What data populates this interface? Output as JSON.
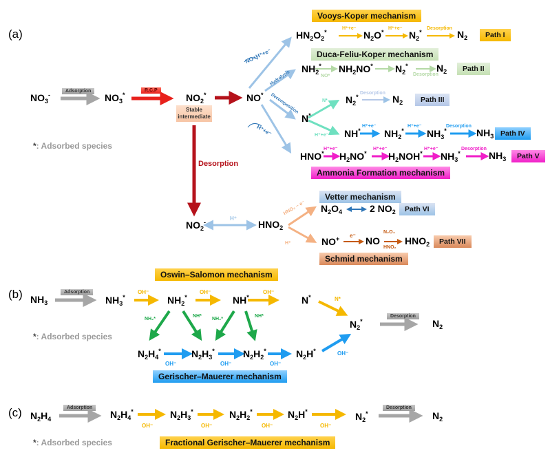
{
  "panels": {
    "a": "(a)",
    "b": "(b)",
    "c": "(c)"
  },
  "legend": {
    "star": "*",
    "text": ": Adsorbed species"
  },
  "labels": {
    "adsorption": "Adsorption",
    "desorption": "Desorption",
    "rcp": "R.C.P",
    "stable_intermediate_1": "Stable",
    "stable_intermediate_2": "intermediate",
    "hydrolysis": "Hydrolysis",
    "decomposition": "Decomposition",
    "no_h_e": "NO+H⁺+e⁻",
    "h_e": "H⁺+e⁻",
    "h_plus": "H⁺",
    "hno3_e": "HNO₃ − e⁻",
    "e_minus": "e⁻",
    "no_star": "NO*",
    "n_star": "N*",
    "oh": "OH⁻",
    "nh2_star": "NH₂*",
    "nh_star": "NH*",
    "n2o4": "N₂O₄",
    "hno2": "HNO₂"
  },
  "mechanisms": {
    "vooys_koper": "Vooys-Koper mechanism",
    "duca_feliu_koper": "Duca-Feliu-Koper mechanism",
    "ammonia_formation": "Ammonia Formation mechanism",
    "vetter": "Vetter mechanism",
    "schmid": "Schmid mechanism",
    "oswin_salomon": "Oswin–Salomon mechanism",
    "gerischer_mauerer": "Gerischer–Mauerer mechanism",
    "fractional_gerischer_mauerer": "Fractional Gerischer–Mauerer mechanism"
  },
  "paths": [
    "Path I",
    "Path II",
    "Path III",
    "Path IV",
    "Path V",
    "Path VI",
    "Path VII"
  ],
  "colors": {
    "gray": "#a6a6a6",
    "red": "#e8211c",
    "darkred": "#b5121b",
    "lightblue": "#9dc3e6",
    "yellow": "#f5b800",
    "lightgreen": "#b4d9a6",
    "teal": "#6fe0c0",
    "blue": "#1f9cf0",
    "magenta": "#f01ec8",
    "steelblue": "#2e75b6",
    "peach": "#f4b183",
    "orange": "#c55a11",
    "green": "#1ea84a"
  }
}
